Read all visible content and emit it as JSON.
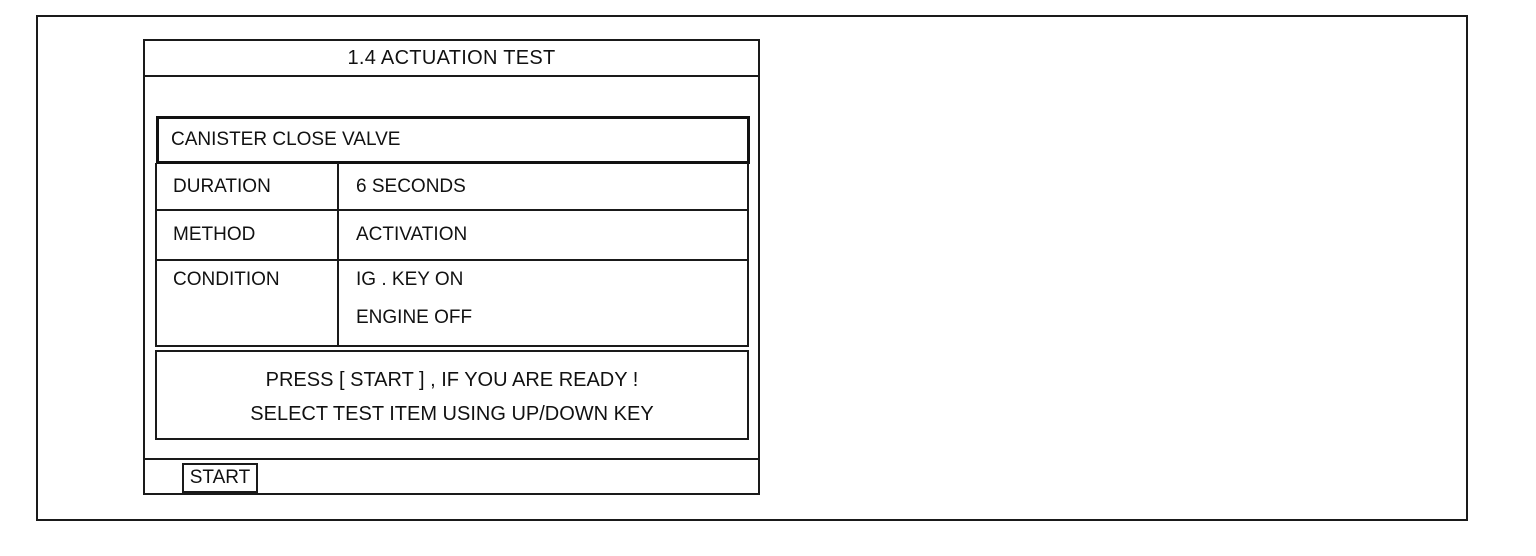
{
  "screen": {
    "title": "1.4 ACTUATION TEST"
  },
  "test_item": {
    "name": "CANISTER CLOSE VALVE",
    "rows": [
      {
        "label": "DURATION",
        "value": "6 SECONDS"
      },
      {
        "label": "METHOD",
        "value": "ACTIVATION"
      },
      {
        "label": "CONDITION",
        "value_lines": [
          "IG . KEY  ON",
          "ENGINE  OFF"
        ]
      }
    ]
  },
  "message": {
    "line1": "PRESS [ START ] ,  IF YOU ARE READY !",
    "line2": "SELECT TEST ITEM USING UP/DOWN KEY"
  },
  "footer": {
    "start_label": "START"
  }
}
